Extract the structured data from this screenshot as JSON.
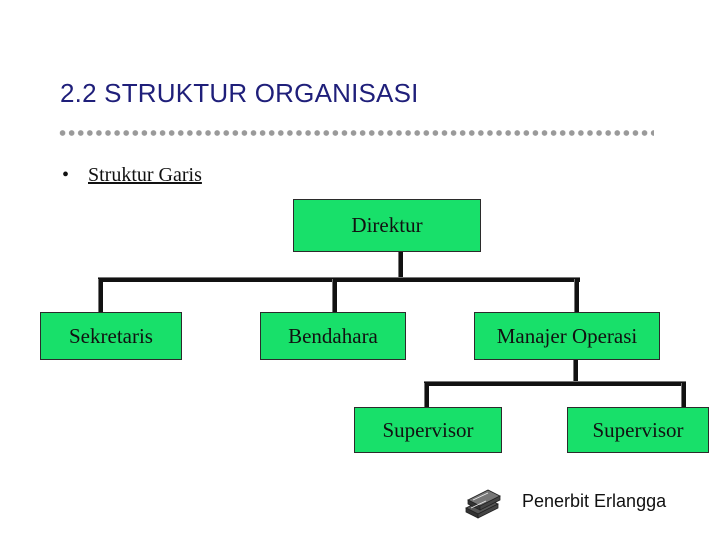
{
  "slide": {
    "title": "2.2 STRUKTUR ORGANISASI",
    "bullet_symbol": "•",
    "bullet_text": "Struktur Garis"
  },
  "org_chart": {
    "root": "Direktur",
    "level2": [
      "Sekretaris",
      "Bendahara",
      "Manajer Operasi"
    ],
    "level3": [
      "Supervisor",
      "Supervisor"
    ]
  },
  "footer": {
    "publisher": "Penerbit Erlangga",
    "icon": "book-stack-icon"
  },
  "colors": {
    "box_fill": "#18e06a",
    "title": "#1f1f7a",
    "connector": "#111111"
  }
}
